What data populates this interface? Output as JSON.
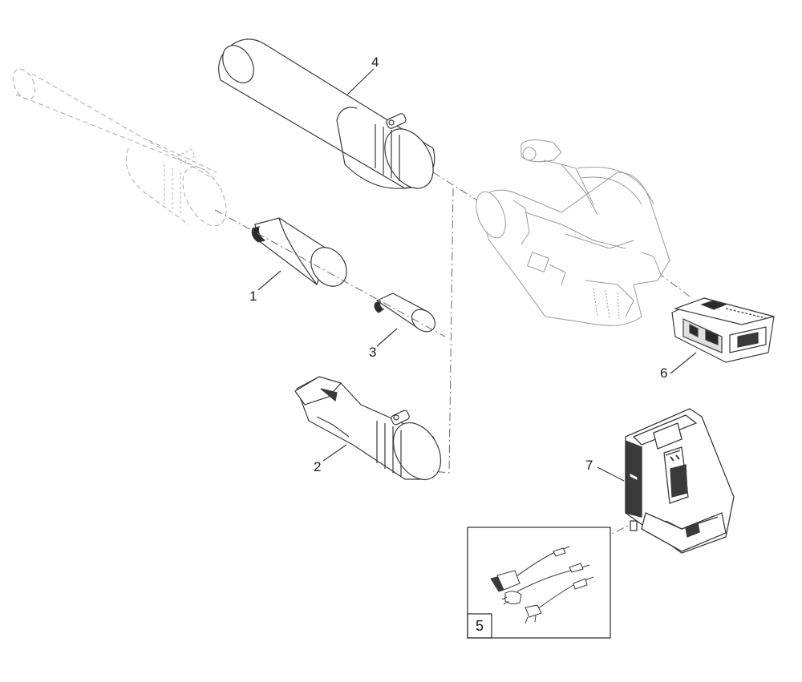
{
  "callouts": {
    "p1": "1",
    "p2": "2",
    "p3": "3",
    "p4": "4",
    "p5": "5",
    "p6": "6",
    "p7": "7"
  },
  "colors": {
    "line": "#3a3a3a",
    "light_line": "#9a9a9a",
    "dark_fill": "#2a2a2a"
  }
}
